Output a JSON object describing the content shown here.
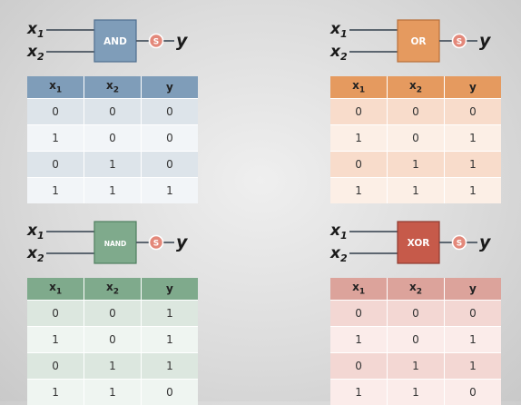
{
  "gates": [
    {
      "id": "and",
      "label": "AND",
      "input1": "x",
      "input1_sub": "1",
      "input2": "x",
      "input2_sub": "2",
      "node": "S",
      "output": "y",
      "colors": {
        "gate": "#7f9db9",
        "gate_border": "#4f6f8f",
        "header": "#7f9db9",
        "row_a": "#dde4ea",
        "row_b": "#f2f5f8"
      },
      "headers": [
        {
          "main": "x",
          "sub": "1"
        },
        {
          "main": "x",
          "sub": "2"
        },
        {
          "main": "y",
          "sub": ""
        }
      ],
      "rows": [
        [
          "0",
          "0",
          "0"
        ],
        [
          "1",
          "0",
          "0"
        ],
        [
          "0",
          "1",
          "0"
        ],
        [
          "1",
          "1",
          "1"
        ]
      ]
    },
    {
      "id": "or",
      "label": "OR",
      "input1": "x",
      "input1_sub": "1",
      "input2": "x",
      "input2_sub": "2",
      "node": "S",
      "output": "y",
      "colors": {
        "gate": "#e59a5f",
        "gate_border": "#b86f3a",
        "header": "#e59a5f",
        "row_a": "#f8dccb",
        "row_b": "#fcefe6"
      },
      "headers": [
        {
          "main": "x",
          "sub": "1"
        },
        {
          "main": "x",
          "sub": "2"
        },
        {
          "main": "y",
          "sub": ""
        }
      ],
      "rows": [
        [
          "0",
          "0",
          "0"
        ],
        [
          "1",
          "0",
          "1"
        ],
        [
          "0",
          "1",
          "1"
        ],
        [
          "1",
          "1",
          "1"
        ]
      ]
    },
    {
      "id": "nand",
      "label": "NAND",
      "input1": "x",
      "input1_sub": "1",
      "input2": "x",
      "input2_sub": "2",
      "node": "S",
      "output": "y",
      "colors": {
        "gate": "#7faa8c",
        "gate_border": "#4f7f5f",
        "header": "#7faa8c",
        "row_a": "#dce7df",
        "row_b": "#eff5f1"
      },
      "headers": [
        {
          "main": "x",
          "sub": "1"
        },
        {
          "main": "x",
          "sub": "2"
        },
        {
          "main": "y",
          "sub": ""
        }
      ],
      "rows": [
        [
          "0",
          "0",
          "1"
        ],
        [
          "1",
          "0",
          "1"
        ],
        [
          "0",
          "1",
          "1"
        ],
        [
          "1",
          "1",
          "0"
        ]
      ]
    },
    {
      "id": "xor",
      "label": "XOR",
      "input1": "x",
      "input1_sub": "1",
      "input2": "x",
      "input2_sub": "2",
      "node": "S",
      "output": "y",
      "colors": {
        "gate": "#c65a4a",
        "gate_border": "#8f3a2f",
        "header": "#dca39b",
        "row_a": "#f3d7d3",
        "row_b": "#fbecea"
      },
      "headers": [
        {
          "main": "x",
          "sub": "1"
        },
        {
          "main": "x",
          "sub": "2"
        },
        {
          "main": "y",
          "sub": ""
        }
      ],
      "rows": [
        [
          "0",
          "0",
          "0"
        ],
        [
          "1",
          "0",
          "1"
        ],
        [
          "0",
          "1",
          "1"
        ],
        [
          "1",
          "1",
          "0"
        ]
      ]
    }
  ]
}
